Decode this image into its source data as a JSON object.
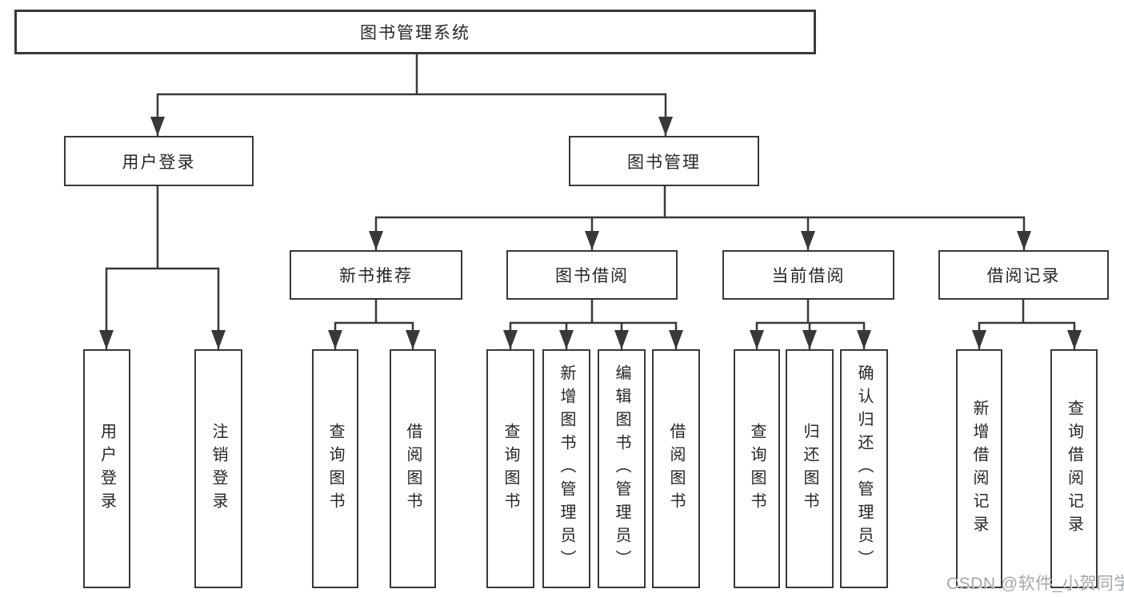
{
  "diagram": {
    "root": {
      "label": "图书管理系统"
    },
    "branches": [
      {
        "label": "用户登录",
        "children": [
          {
            "label": "用户登录"
          },
          {
            "label": "注销登录"
          }
        ]
      },
      {
        "label": "图书管理",
        "children": [
          {
            "label": "新书推荐",
            "children": [
              {
                "label": "查询图书"
              },
              {
                "label": "借阅图书"
              }
            ]
          },
          {
            "label": "图书借阅",
            "children": [
              {
                "label": "查询图书"
              },
              {
                "label": "新增图书（管理员）"
              },
              {
                "label": "编辑图书（管理员）"
              },
              {
                "label": "借阅图书"
              }
            ]
          },
          {
            "label": "当前借阅",
            "children": [
              {
                "label": "查询图书"
              },
              {
                "label": "归还图书"
              },
              {
                "label": "确认归还（管理员）"
              }
            ]
          },
          {
            "label": "借阅记录",
            "children": [
              {
                "label": "新增借阅记录"
              },
              {
                "label": "查询借阅记录"
              }
            ]
          }
        ]
      }
    ]
  },
  "watermark": {
    "text": "CSDN @软件_小贺同学"
  },
  "colors": {
    "line": "#383838",
    "box_border": "#383838",
    "text": "#262626",
    "watermark": "#a3a7ac",
    "background": "#ffffff"
  }
}
